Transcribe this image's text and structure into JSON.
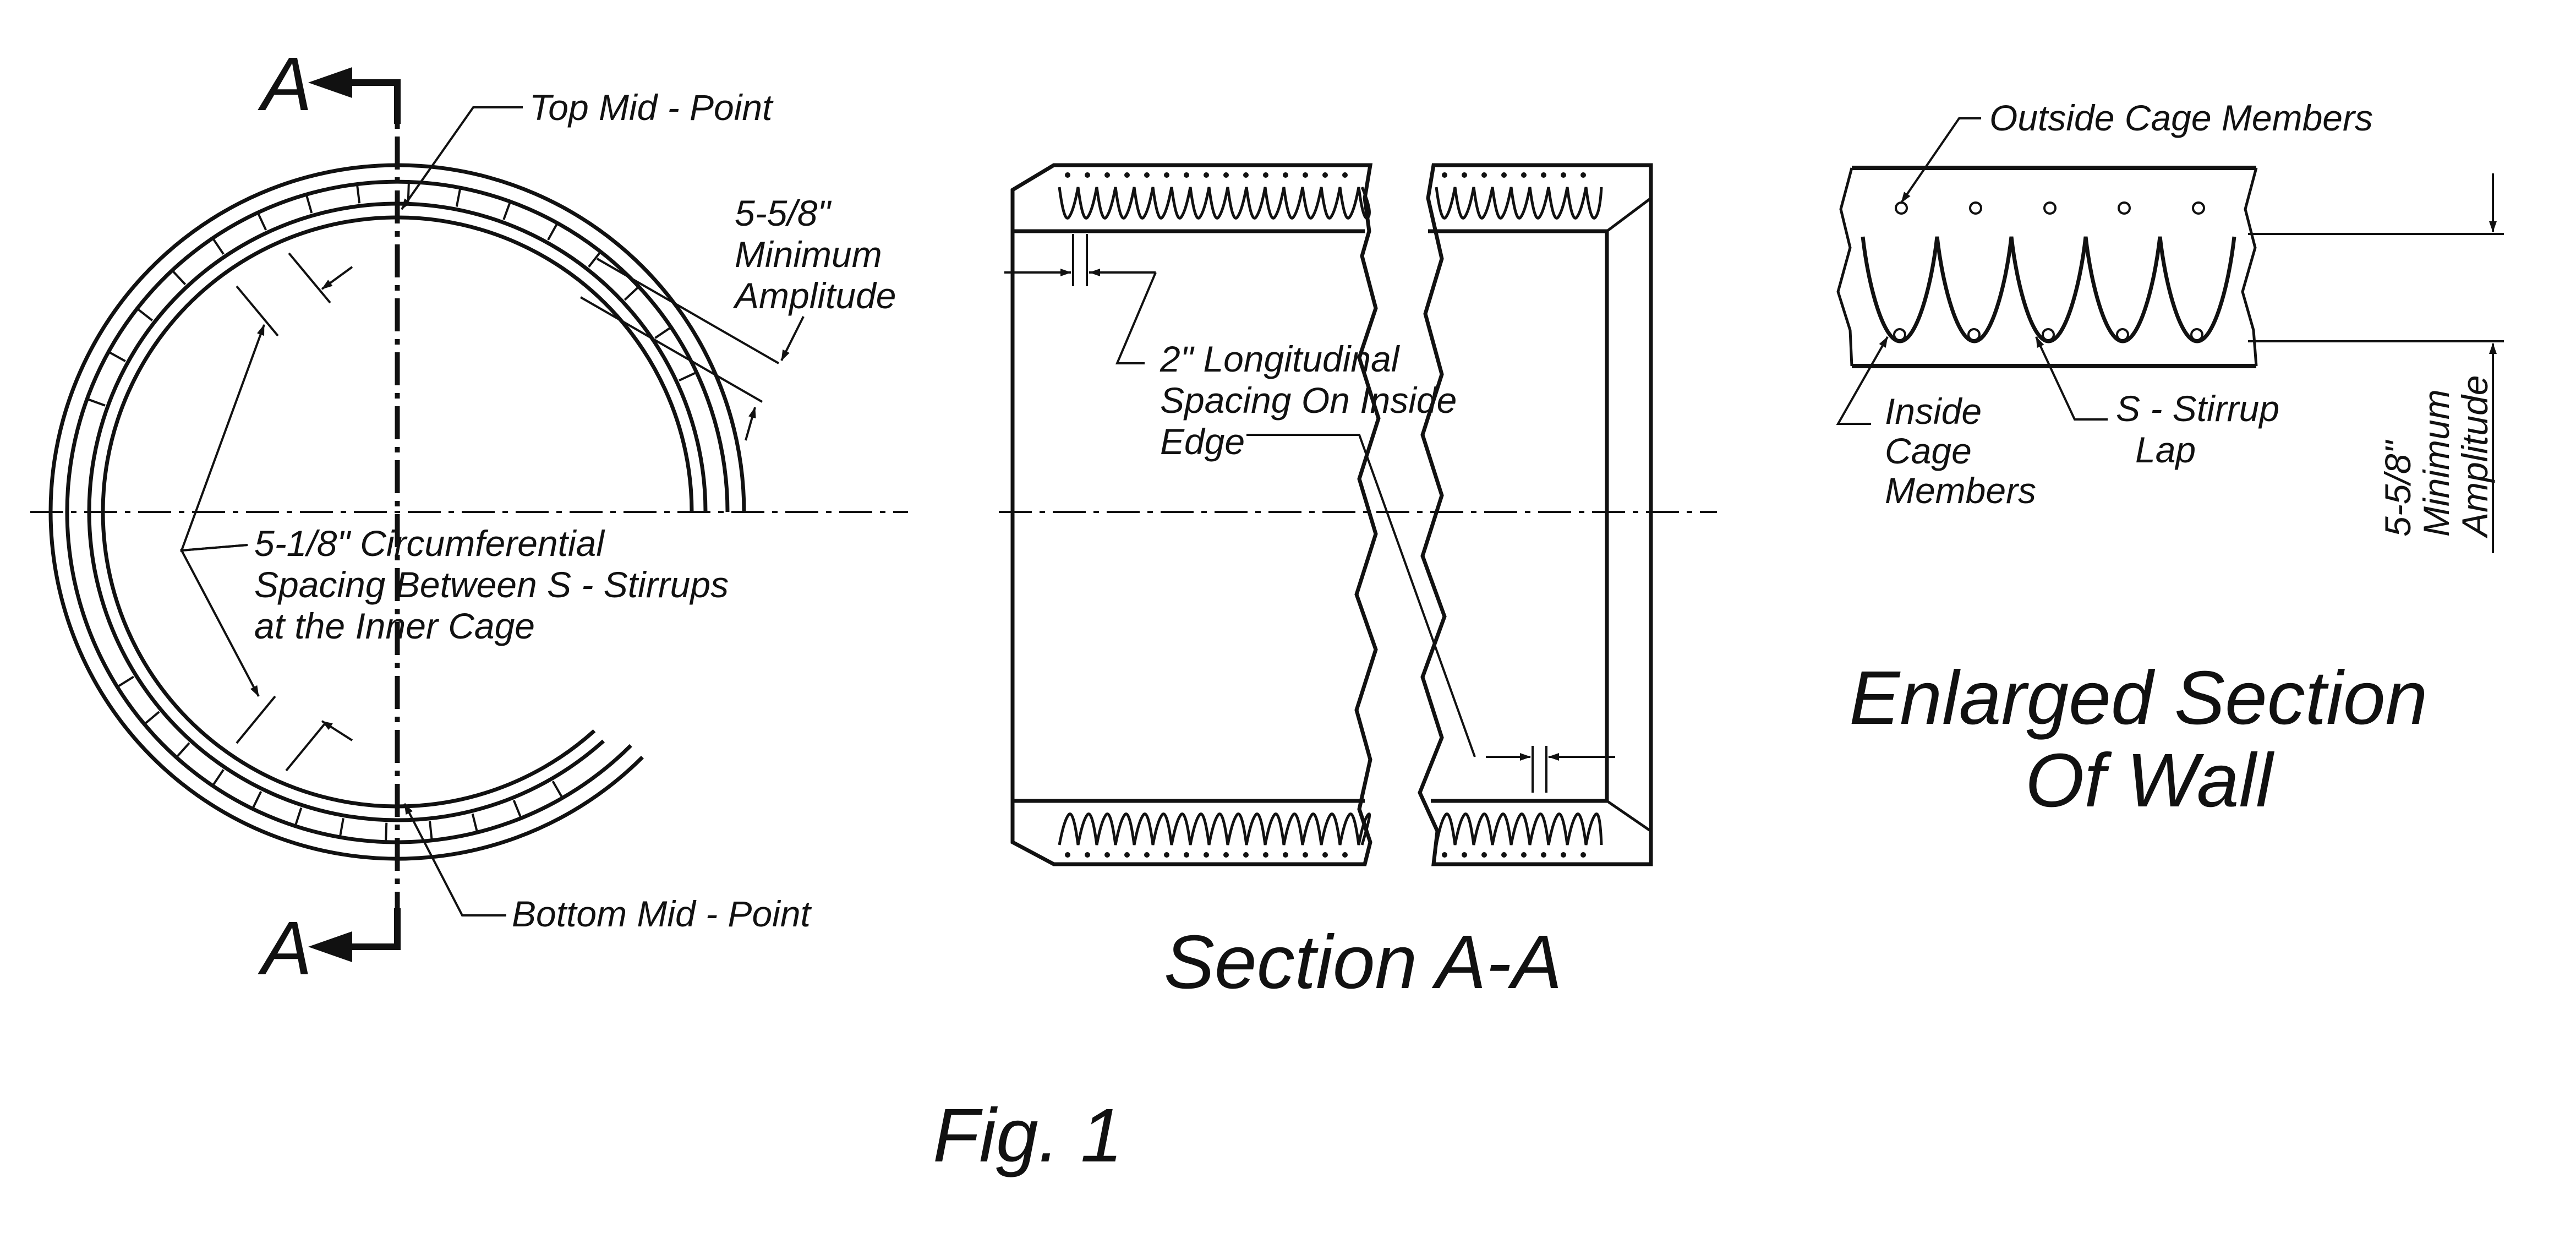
{
  "colors": {
    "ink": "#111111",
    "paper": "#ffffff"
  },
  "section_marker": "A",
  "ring_view": {
    "top_mid_point": "Top Mid - Point",
    "bottom_mid_point": "Bottom Mid - Point",
    "min_amplitude": [
      "5-5/8\"",
      "Minimum",
      "Amplitude"
    ],
    "circ_spacing": [
      "5-1/8\" Circumferential",
      "Spacing Between S - Stirrups",
      "at the Inner Cage"
    ]
  },
  "section_view": {
    "long_spacing": [
      "2\" Longitudinal",
      "Spacing On Inside",
      "Edge"
    ],
    "caption": "Section A-A"
  },
  "enlarged_view": {
    "outside_cage": "Outside Cage Members",
    "inside_cage": [
      "Inside",
      "Cage",
      "Members"
    ],
    "stirrup_lap": [
      "S - Stirrup",
      "Lap"
    ],
    "min_amplitude": [
      "5-5/8\"",
      "Minimum",
      "Amplitude"
    ],
    "caption": [
      "Enlarged Section",
      "Of Wall"
    ]
  },
  "figure_label": "Fig. 1"
}
